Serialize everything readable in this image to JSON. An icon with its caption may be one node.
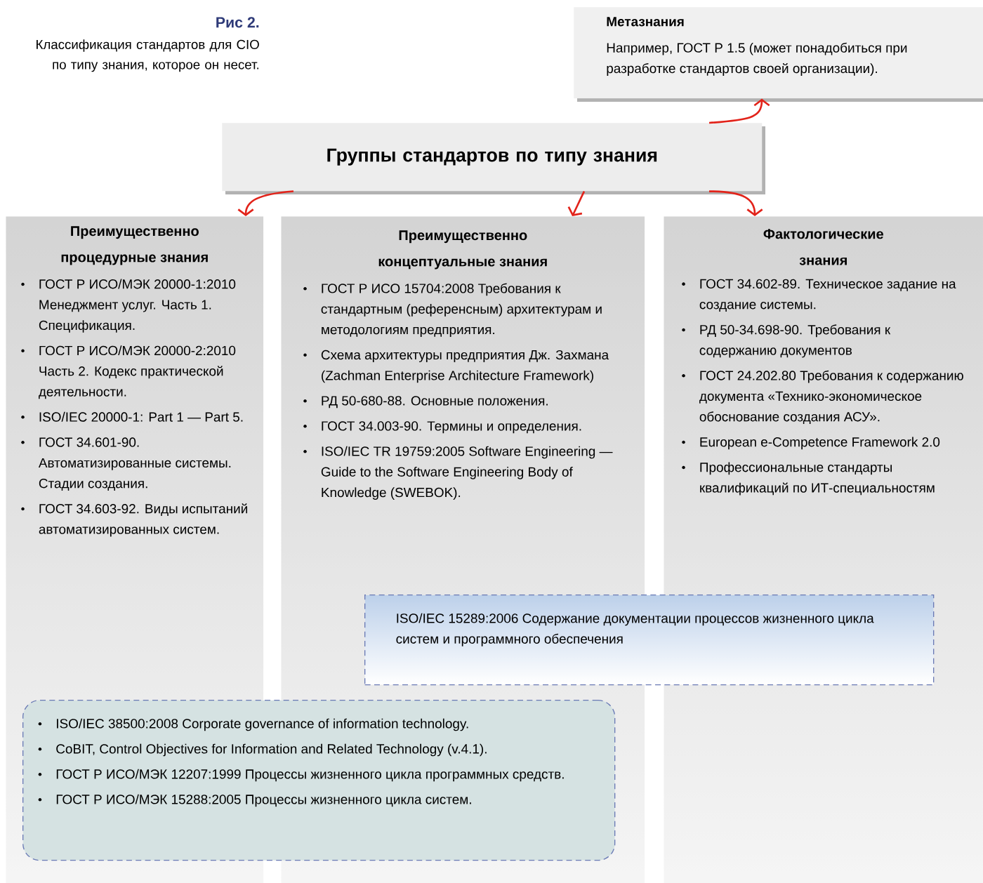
{
  "diagram": {
    "title": "Рис 2.",
    "caption": "Классификация стандартов для CIO по типу знания, которое он несет.",
    "nodes": [
      {
        "text": [
          "Метазнания",
          "Например, ГОСТ Р 1.5 (может понадобиться при разработке стандартов своей организации)."
        ]
      },
      {
        "text": [
          "Группы стандартов по типу знания"
        ]
      },
      {
        "text": [
          "Преимущественно процедурные знания",
          "ГОСТ Р ИСО/МЭК 20000-1:2010 Менеджмент услуг. Часть 1. Спецификация.",
          "ГОСТ Р ИСО/МЭК 20000-2:2010 Часть 2. Кодекс практической деятельности.",
          "ISO/IEC 20000-1: Part 1 — Part 5.",
          "ГОСТ 34.601-90. Автоматизированные системы. Стадии создания.",
          "ГОСТ 34.603-92. Виды испытаний автоматизированных систем."
        ]
      },
      {
        "text": [
          "Преимущественно концептуальные знания",
          "ГОСТ Р ИСО 15704:2008 Требования к стандартным (референсным) архитектурам и методологиям предприятия.",
          "Схема архитектуры предприятия Дж. Захмана (Zachman Enterprise Architecture Framework)",
          "РД 50-680-88. Основные положения.",
          "ГОСТ 34.003-90. Термины и определения.",
          "ISO/IEC TR 19759:2005 Software Engineering — Guide to the Software Engineering Body of Knowledge (SWEBOK)."
        ]
      },
      {
        "text": [
          "Фактологические знания",
          "ГОСТ 34.602-89. Техническое задание на создание системы.",
          "РД 50-34.698-90. Требования к содержанию документов",
          "ГОСТ 24.202.80 Требования к содержанию документа «Технико-экономическое обоснование создания АСУ».",
          "European e-Competence Framework 2.0",
          "Профессиональные стандарты квалификаций по ИТ-специальностям"
        ]
      },
      {
        "text": [
          "ISO/IEC 15289:2006 Содержание документации процессов жизненного цикла систем и программного обеспечения"
        ]
      },
      {
        "text": [
          "ISO/IEC 38500:2008 Corporate governance of information technology.",
          "CoBIT, Control Objectives for Information and Related Technology (v.4.1).",
          "ГОСТ Р ИСО/МЭК 12207:1999 Процессы жизненного цикла программных средств.",
          "ГОСТ Р ИСО/МЭК 15288:2005 Процессы жизненного цикла систем."
        ]
      }
    ],
    "edges": [
      {
        "from": 1,
        "to": 0,
        "arrow": "to"
      },
      {
        "from": 1,
        "to": 2,
        "arrow": "to"
      },
      {
        "from": 1,
        "to": 3,
        "arrow": "to"
      },
      {
        "from": 1,
        "to": 4,
        "arrow": "to"
      }
    ]
  }
}
